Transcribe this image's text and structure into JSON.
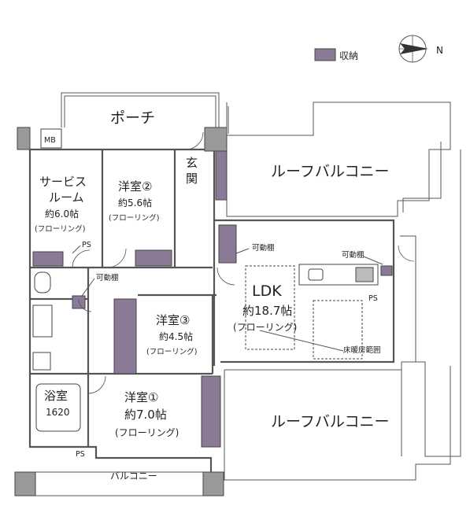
{
  "legend": {
    "storage_label": "収納"
  },
  "compass": {
    "north_label": "N"
  },
  "colors": {
    "storage": "#8a7a96",
    "wall": "#555555",
    "corner": "#9a9a9a"
  },
  "rooms": {
    "porch": "ポーチ",
    "mb": "MB",
    "service_room": {
      "line1": "サービス",
      "line2": "ルーム",
      "size": "約6.0帖",
      "floor": "(フローリング)"
    },
    "room2": {
      "name": "洋室②",
      "size": "約5.6帖",
      "floor": "(フローリング)"
    },
    "entrance": {
      "line1": "玄",
      "line2": "関"
    },
    "roof_balcony_top": "ルーフバルコニー",
    "roof_balcony_bottom": "ルーフバルコニー",
    "ldk": {
      "name": "LDK",
      "size": "約18.7帖",
      "floor": "(フローリング)"
    },
    "room3": {
      "name": "洋室③",
      "size": "約4.5帖",
      "floor": "(フローリング)"
    },
    "room1": {
      "name": "洋室①",
      "size": "約7.0帖",
      "floor": "(フローリング)"
    },
    "bath": {
      "name": "浴室",
      "size": "1620"
    },
    "balcony": "バルコニー"
  },
  "annotations": {
    "ps_service": "PS",
    "ps_kitchen": "PS",
    "ps_bath": "PS",
    "shelf_ldk": "可動棚",
    "shelf_kitchen": "可動棚",
    "shelf_hall": "可動棚",
    "floor_heating": "床暖房範囲"
  }
}
